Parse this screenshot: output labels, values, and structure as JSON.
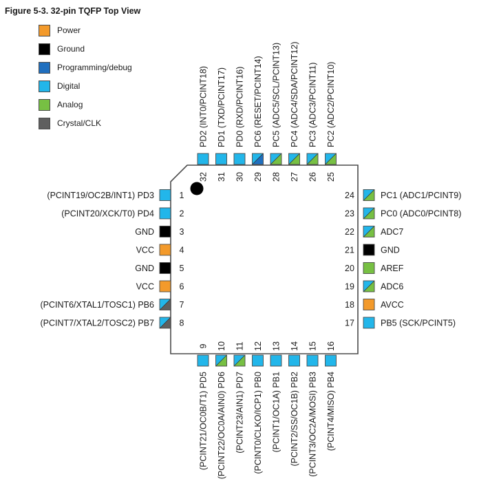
{
  "title": "Figure 5-3.  32-pin TQFP Top View",
  "colors": {
    "power": "#f39a2b",
    "ground": "#000000",
    "programming": "#1f6fbf",
    "digital": "#22b6ea",
    "analog": "#77c043",
    "crystal": "#5f5f5f"
  },
  "legend": [
    {
      "label": "Power",
      "type": "power"
    },
    {
      "label": "Ground",
      "type": "ground"
    },
    {
      "label": "Programming/debug",
      "type": "programming"
    },
    {
      "label": "Digital",
      "type": "digital"
    },
    {
      "label": "Analog",
      "type": "analog"
    },
    {
      "label": "Crystal/CLK",
      "type": "crystal"
    }
  ],
  "pins": {
    "left": [
      {
        "num": "1",
        "label": "(PCINT19/OC2B/INT1) PD3",
        "types": [
          "digital"
        ]
      },
      {
        "num": "2",
        "label": "(PCINT20/XCK/T0) PD4",
        "types": [
          "digital"
        ]
      },
      {
        "num": "3",
        "label": "GND",
        "types": [
          "ground"
        ]
      },
      {
        "num": "4",
        "label": "VCC",
        "types": [
          "power"
        ]
      },
      {
        "num": "5",
        "label": "GND",
        "types": [
          "ground"
        ]
      },
      {
        "num": "6",
        "label": "VCC",
        "types": [
          "power"
        ]
      },
      {
        "num": "7",
        "label": "(PCINT6/XTAL1/TOSC1) PB6",
        "types": [
          "digital",
          "crystal"
        ]
      },
      {
        "num": "8",
        "label": "(PCINT7/XTAL2/TOSC2) PB7",
        "types": [
          "digital",
          "crystal"
        ]
      }
    ],
    "bottom": [
      {
        "num": "9",
        "label": "(PCINT21/OC0B/T1) PD5",
        "types": [
          "digital"
        ]
      },
      {
        "num": "10",
        "label": "(PCINT22/OC0A/AIN0) PD6",
        "types": [
          "digital",
          "analog"
        ]
      },
      {
        "num": "11",
        "label": "(PCINT23/AIN1) PD7",
        "types": [
          "digital",
          "analog"
        ]
      },
      {
        "num": "12",
        "label": "(PCINT0/CLKO/ICP1) PB0",
        "types": [
          "digital"
        ]
      },
      {
        "num": "13",
        "label": "(PCINT1/OC1A) PB1",
        "types": [
          "digital"
        ]
      },
      {
        "num": "14",
        "label": "(PCINT2/SS/OC1B) PB2",
        "types": [
          "digital"
        ]
      },
      {
        "num": "15",
        "label": "(PCINT3/OC2A/MOSI) PB3",
        "types": [
          "digital"
        ]
      },
      {
        "num": "16",
        "label": "(PCINT4/MISO) PB4",
        "types": [
          "digital"
        ]
      }
    ],
    "right": [
      {
        "num": "17",
        "label": "PB5 (SCK/PCINT5)",
        "types": [
          "digital"
        ]
      },
      {
        "num": "18",
        "label": "AVCC",
        "types": [
          "power"
        ]
      },
      {
        "num": "19",
        "label": "ADC6",
        "types": [
          "digital",
          "analog"
        ]
      },
      {
        "num": "20",
        "label": "AREF",
        "types": [
          "analog"
        ]
      },
      {
        "num": "21",
        "label": "GND",
        "types": [
          "ground"
        ]
      },
      {
        "num": "22",
        "label": "ADC7",
        "types": [
          "digital",
          "analog"
        ]
      },
      {
        "num": "23",
        "label": "PC0 (ADC0/PCINT8)",
        "types": [
          "digital",
          "analog"
        ]
      },
      {
        "num": "24",
        "label": "PC1 (ADC1/PCINT9)",
        "types": [
          "digital",
          "analog"
        ]
      }
    ],
    "top": [
      {
        "num": "25",
        "label": "PC2 (ADC2/PCINT10)",
        "types": [
          "digital",
          "analog"
        ]
      },
      {
        "num": "26",
        "label": "PC3 (ADC3/PCINT11)",
        "types": [
          "digital",
          "analog"
        ]
      },
      {
        "num": "27",
        "label": "PC4 (ADC4/SDA/PCINT12)",
        "types": [
          "digital",
          "analog"
        ]
      },
      {
        "num": "28",
        "label": "PC5 (ADC5/SCL/PCINT13)",
        "types": [
          "digital",
          "analog"
        ]
      },
      {
        "num": "29",
        "label": "PC6 (RESET/PCINT14)",
        "types": [
          "digital",
          "programming"
        ]
      },
      {
        "num": "30",
        "label": "PD0 (RXD/PCINT16)",
        "types": [
          "digital"
        ]
      },
      {
        "num": "31",
        "label": "PD1 (TXD/PCINT17)",
        "types": [
          "digital"
        ]
      },
      {
        "num": "32",
        "label": "PD2 (INT0/PCINT18)",
        "types": [
          "digital"
        ]
      }
    ]
  }
}
